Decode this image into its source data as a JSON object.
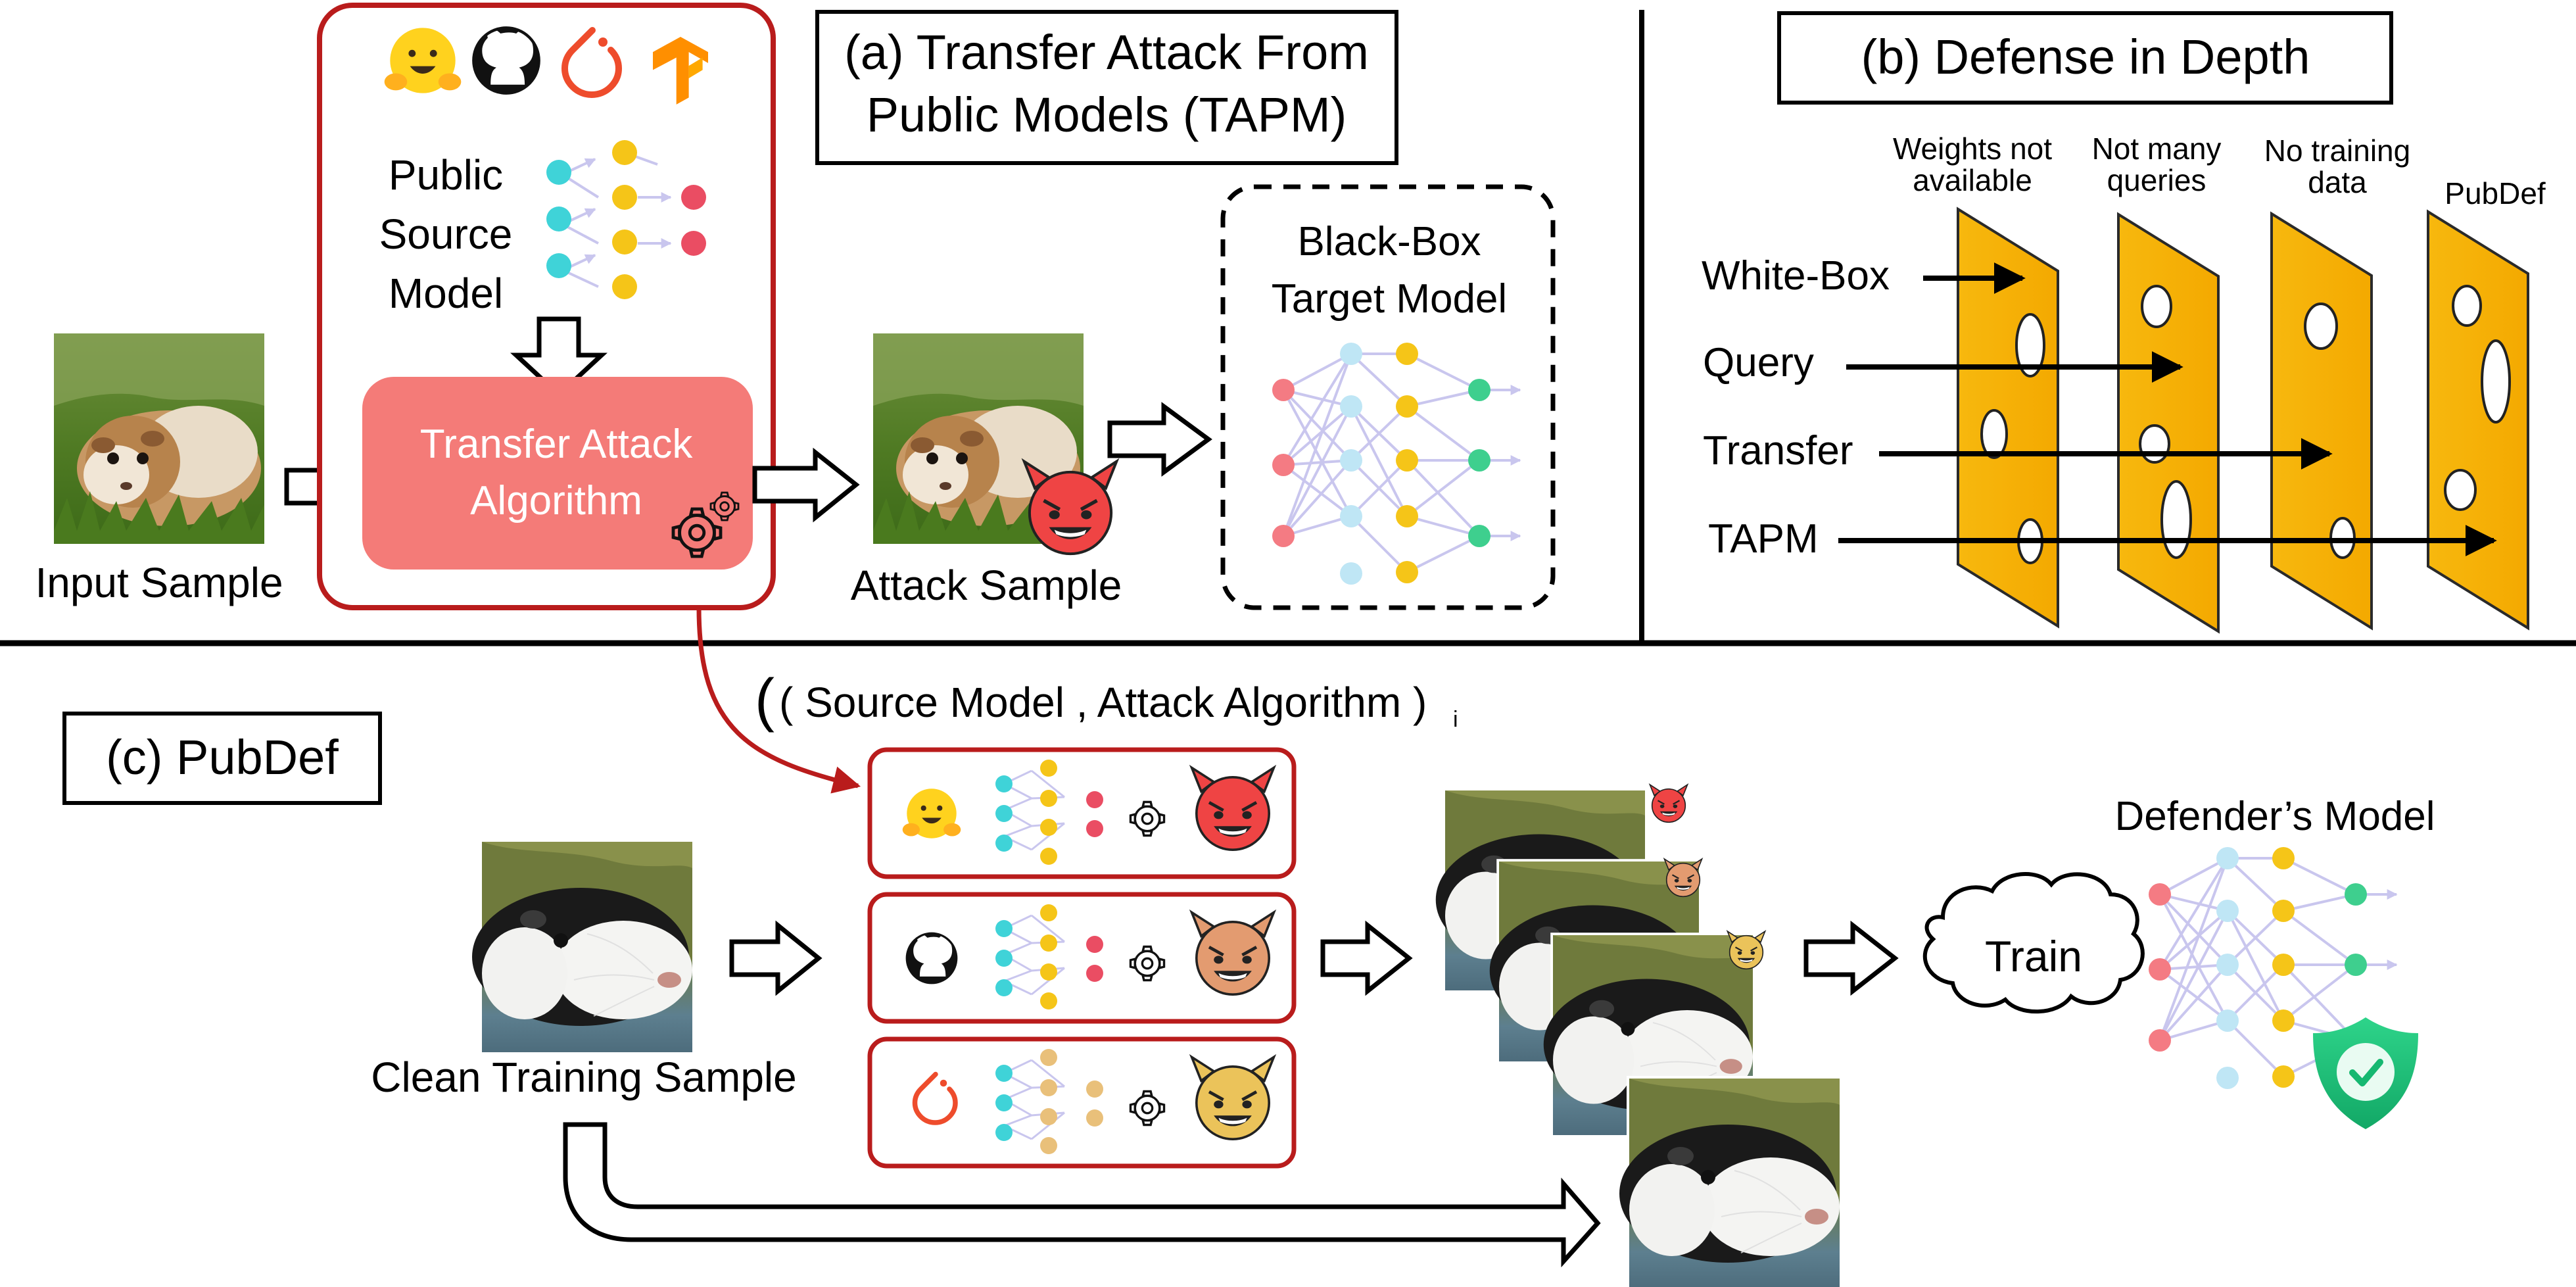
{
  "colors": {
    "black": "#000000",
    "red_border": "#b91c1c",
    "salmon": "#f47b78",
    "cheese": "#f7b80e",
    "cyan": "#3fd3d8",
    "yellow": "#f5c518",
    "red_node": "#ea4d63",
    "lavender": "#c9c6ee",
    "green": "#3ecf8e",
    "shield": "#21c77a",
    "devil_red": "#ef4444",
    "devil_orange": "#e39b70",
    "devil_yellow": "#ebc35a"
  },
  "panel_a": {
    "title_line1": "(a) Transfer Attack From",
    "title_line2": "Public Models (TAPM)",
    "source_model_lines": [
      "Public",
      "Source",
      "Model"
    ],
    "algo_line1": "Transfer Attack",
    "algo_line2": "Algorithm",
    "input_label": "Input Sample",
    "attack_label": "Attack Sample",
    "target_line1": "Black-Box",
    "target_line2": "Target Model",
    "icons": [
      "hugging-face-icon",
      "github-icon",
      "pytorch-icon",
      "tensorflow-icon"
    ]
  },
  "panel_b": {
    "title": "(b) Defense in Depth",
    "layer_labels": [
      [
        "Weights not",
        "available"
      ],
      [
        "Not many",
        "queries"
      ],
      [
        "No training",
        "data"
      ],
      [
        "PubDef"
      ]
    ],
    "attack_labels": [
      "White-Box",
      "Query",
      "Transfer",
      "TAPM"
    ]
  },
  "panel_c": {
    "title": "(c) PubDef",
    "pair_label": "( Source Model , Attack Algorithm )",
    "pair_subscript": "i",
    "clean_label": "Clean Training Sample",
    "train_label": "Train",
    "defender_label": "Defender’s Model"
  }
}
